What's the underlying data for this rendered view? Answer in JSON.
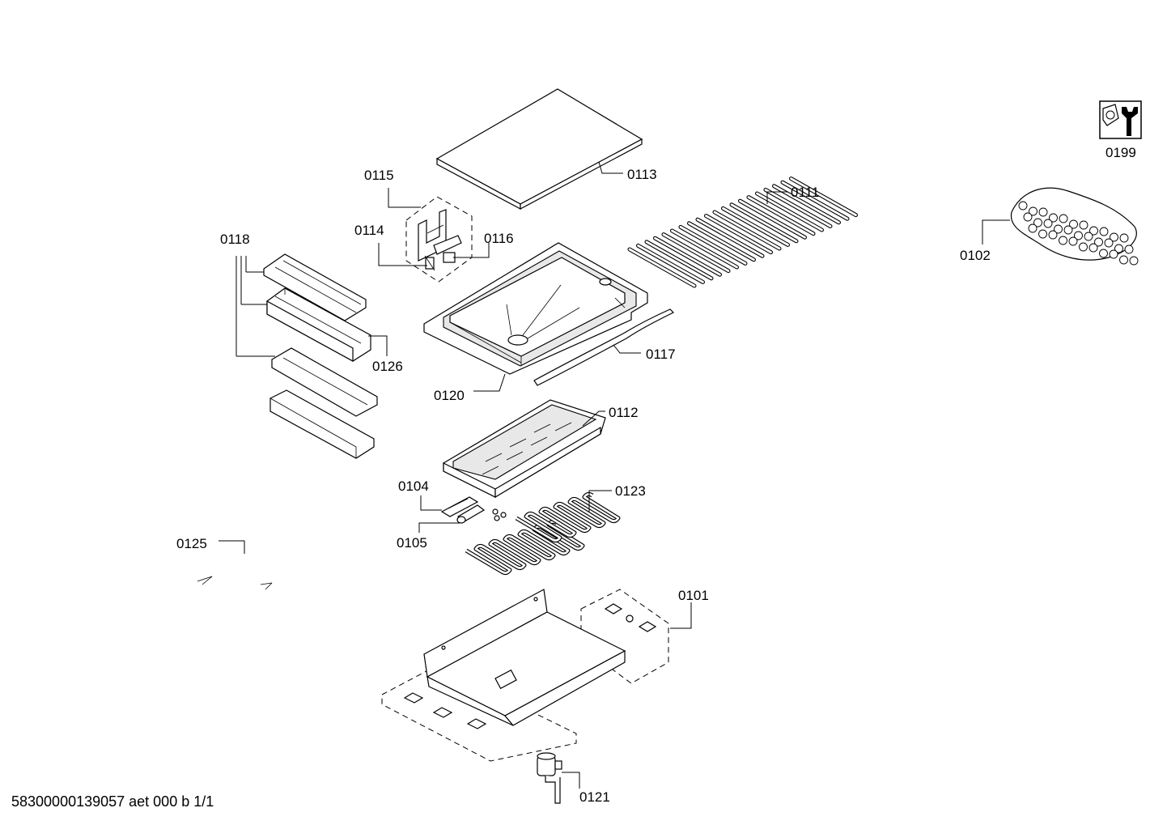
{
  "labels": {
    "p0101": "0101",
    "p0102": "0102",
    "p0104": "0104",
    "p0105": "0105",
    "p0111": "0111",
    "p0112": "0112",
    "p0113": "0113",
    "p0114": "0114",
    "p0115": "0115",
    "p0116": "0116",
    "p0117": "0117",
    "p0118": "0118",
    "p0120": "0120",
    "p0121": "0121",
    "p0123": "0123",
    "p0125": "0125",
    "p0126": "0126",
    "p0199": "0199"
  },
  "footer": "58300000139057 aet 000 b 1/1"
}
